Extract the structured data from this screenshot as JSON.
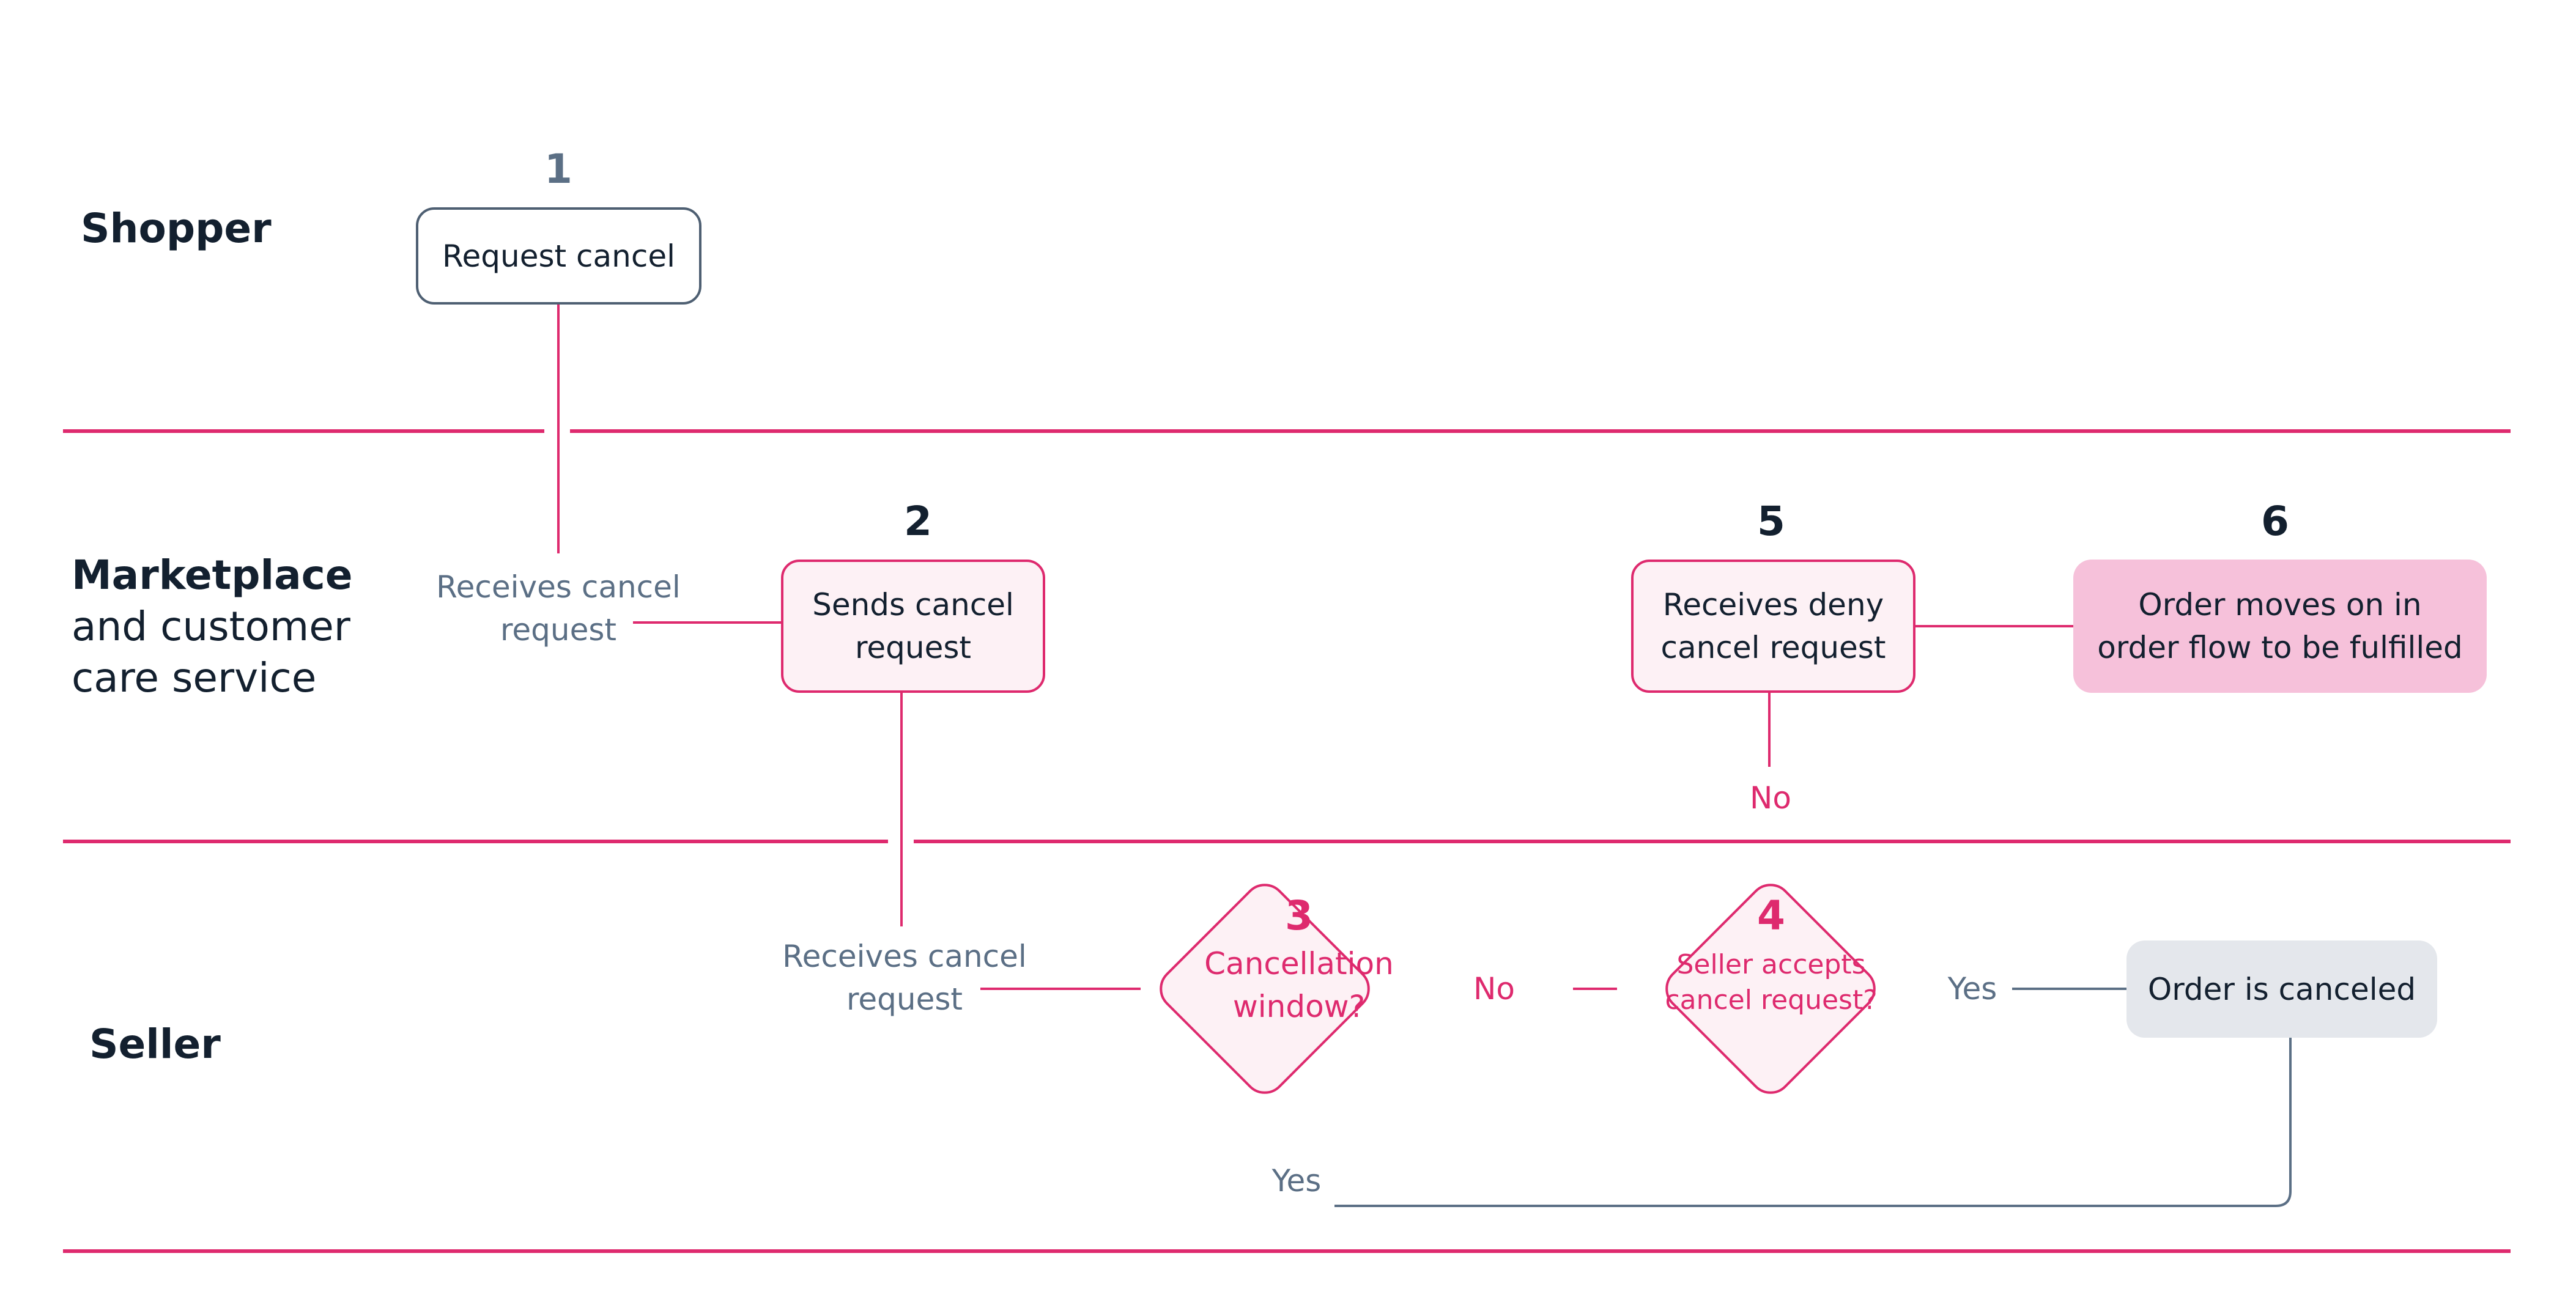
{
  "lanes": {
    "shopper": "Shopper",
    "marketplace_bold": "Marketplace",
    "marketplace_rest_1": "and customer",
    "marketplace_rest_2": "care service",
    "seller": "Seller"
  },
  "steps": {
    "s1": {
      "number": "1",
      "label": "Request cancel"
    },
    "s2": {
      "number": "2",
      "label_1": "Sends cancel",
      "label_2": "request"
    },
    "s3": {
      "number": "3",
      "label_1": "Cancellation",
      "label_2": "window?"
    },
    "s4": {
      "number": "4",
      "label_1": "Seller accepts",
      "label_2": "cancel request?"
    },
    "s5": {
      "number": "5",
      "label_1": "Receives deny",
      "label_2": "cancel request"
    },
    "s6": {
      "number": "6",
      "label_1": "Order moves on in",
      "label_2": "order flow to be fulfilled"
    },
    "canceled": {
      "label": "Order is canceled"
    }
  },
  "edge_labels": {
    "receives_1_a": "Receives cancel",
    "receives_1_b": "request",
    "receives_2_a": "Receives cancel",
    "receives_2_b": "request",
    "no_3": "No",
    "no_5": "No",
    "yes_4": "Yes",
    "yes_3": "Yes"
  },
  "colors": {
    "accent": "#de2a6e",
    "dark": "#13202f",
    "slate": "#5b6f85",
    "pink_fill": "#f6c1da",
    "pink_light": "#fdf1f5",
    "grey_fill": "#e4e7ec"
  }
}
